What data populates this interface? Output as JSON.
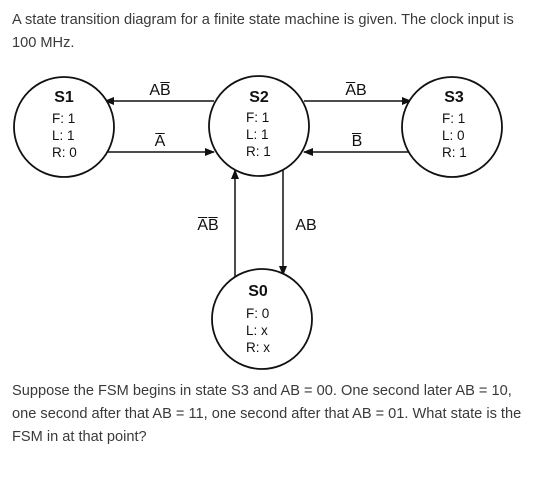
{
  "intro_text": "A state transition diagram for a finite state machine is given. The clock input is 100 MHz.",
  "question_text": "Suppose the FSM begins in state S3 and AB = 00.  One second later AB = 10, one second after that AB = 11, one second after that AB = 01.  What state is the FSM in at that point?",
  "states": [
    {
      "id": "S1",
      "name": "S1",
      "outputs": [
        "F: 1",
        "L: 1",
        "R: 0"
      ]
    },
    {
      "id": "S2",
      "name": "S2",
      "outputs": [
        "F: 1",
        "L: 1",
        "R: 1"
      ]
    },
    {
      "id": "S3",
      "name": "S3",
      "outputs": [
        "F: 1",
        "L: 0",
        "R: 1"
      ]
    },
    {
      "id": "S0",
      "name": "S0",
      "outputs": [
        "F: 0",
        "L: x",
        "R: x"
      ]
    }
  ],
  "transitions": [
    {
      "from": "S2",
      "to": "S1",
      "label": "AB̅"
    },
    {
      "from": "S1",
      "to": "S2",
      "label": "A̅"
    },
    {
      "from": "S2",
      "to": "S3",
      "label": "A̅B"
    },
    {
      "from": "S3",
      "to": "S2",
      "label": "B̅"
    },
    {
      "from": "S0",
      "to": "S2",
      "label": "A̅B̅"
    },
    {
      "from": "S2",
      "to": "S0",
      "label": "AB"
    }
  ]
}
